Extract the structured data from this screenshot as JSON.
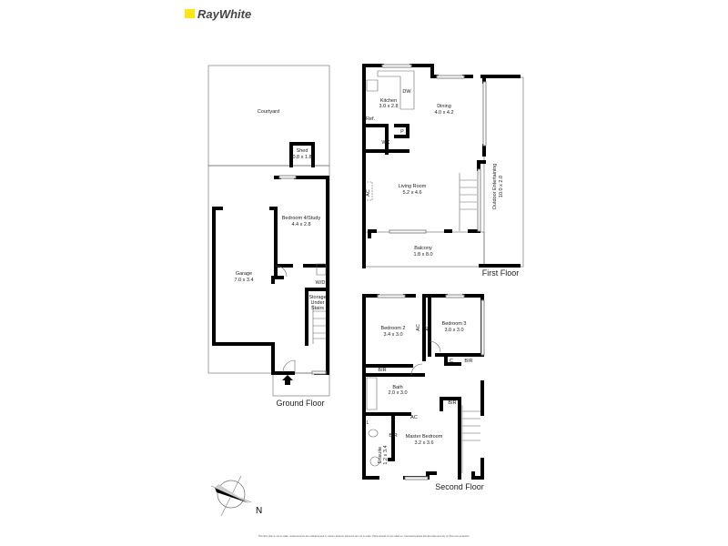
{
  "brand": {
    "name": "RayWhite",
    "color": "#ffe512"
  },
  "ground_floor": {
    "title": "Ground Floor",
    "rooms": [
      {
        "name": "Courtyard",
        "size": ""
      },
      {
        "name": "Shed",
        "size": "0.8 x 1.8"
      },
      {
        "name": "Bedroom 4/Study",
        "size": "4.4 x 2.8"
      },
      {
        "name": "Garage",
        "size": "7.0 x 3.4"
      }
    ],
    "labels": {
      "wd": "W/D",
      "storage1": "Storage",
      "storage2": "Under",
      "storage3": "Stairs"
    }
  },
  "first_floor": {
    "title": "First Floor",
    "rooms": [
      {
        "name": "Kitchen",
        "size": "3.0 x 2.8"
      },
      {
        "name": "Dining",
        "size": "4.0 x 4.2"
      },
      {
        "name": "Living Room",
        "size": "5.2 x 4.6"
      },
      {
        "name": "Balcony",
        "size": "1.8 x 8.0"
      },
      {
        "name": "Outdoor Entertaining",
        "size": "10.0 x 2.0"
      }
    ],
    "labels": {
      "dw": "DW",
      "ref": "Ref.",
      "pantry": "P",
      "wc": "WC",
      "ac": "AC"
    }
  },
  "second_floor": {
    "title": "Second Floor",
    "rooms": [
      {
        "name": "Bedroom 2",
        "size": "3.4 x 3.0"
      },
      {
        "name": "Bedroom 3",
        "size": "3.0 x 3.0"
      },
      {
        "name": "Bath",
        "size": "2.0 x 3.0"
      },
      {
        "name": "Master Bedroom",
        "size": "3.2 x 3.6"
      },
      {
        "name": "Ensuite",
        "size": "1.2 x 3.4"
      }
    ],
    "labels": {
      "bir": "BIR",
      "c": "C",
      "ac": "AC",
      "l": "L"
    }
  },
  "compass": {
    "label": "N"
  },
  "disclaimer": "This floor plan is not to scale; measurements are indicative and in metres. Exterior elements are not to scale. Plans should not be relied on. Interested parties should make and rely on their own enquiries."
}
